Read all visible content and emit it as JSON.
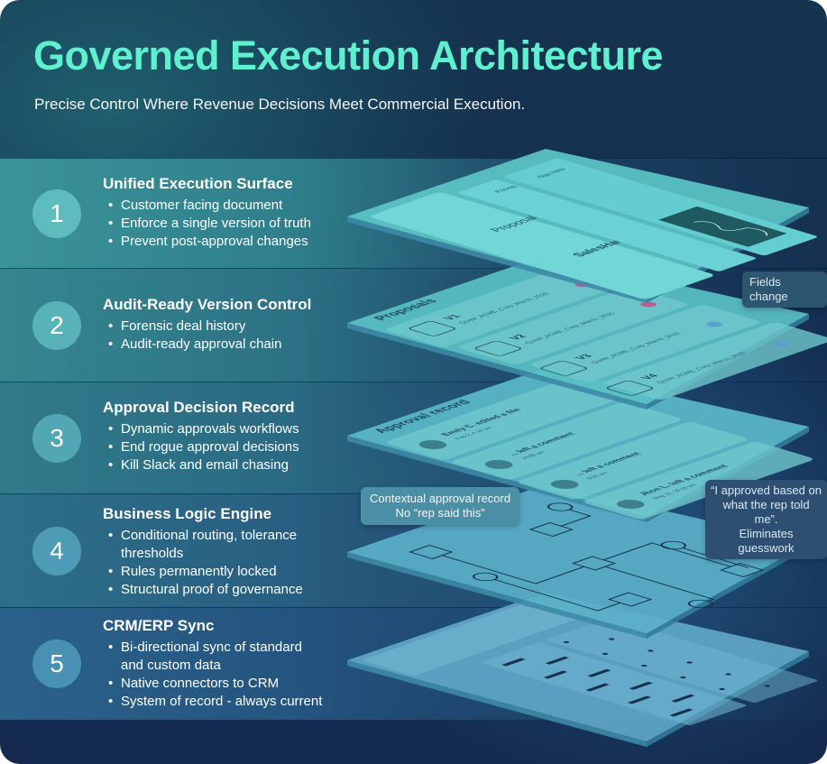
{
  "header": {
    "title": "Governed Execution Architecture",
    "subtitle": "Precise Control Where Revenue Decisions Meet Commercial Execution."
  },
  "colors": {
    "title": "#5ff0cf",
    "band_top": "#3a9096",
    "band_bottom": "#2b5b86",
    "plate": "#5cc4c6"
  },
  "sections": [
    {
      "number": "1",
      "title": "Unified Execution Surface",
      "bullets": [
        "Customer facing document",
        "Enforce a single version of truth",
        "Prevent post-approval changes"
      ]
    },
    {
      "number": "2",
      "title": "Audit-Ready Version Control",
      "bullets": [
        "Forensic deal history",
        "Audit-ready approval chain"
      ]
    },
    {
      "number": "3",
      "title": "Approval Decision Record",
      "bullets": [
        "Dynamic approvals workflows",
        "End rogue approval decisions",
        "Kill Slack and email chasing"
      ]
    },
    {
      "number": "4",
      "title": "Business Logic Engine",
      "bullets": [
        "Conditional routing, tolerance thresholds",
        "Rules permanently locked",
        "Structural proof of governance"
      ]
    },
    {
      "number": "5",
      "title": "CRM/ERP Sync",
      "bullets": [
        "Bi-directional sync of standard and custom data",
        "Native connectors to CRM",
        "System of record - always current"
      ]
    }
  ],
  "layers": {
    "proposal": {
      "title_prefix": "Proposal for ",
      "company": "SalesHaven",
      "pricing": "Pricing",
      "sign": "Sign Here"
    },
    "versions": {
      "title": "Proposals",
      "items": [
        {
          "label": "V1",
          "file": "Quote_ACME_Corp_March_2026"
        },
        {
          "label": "V2",
          "file": "Quote_ACME_Corp_March_2026"
        },
        {
          "label": "V3",
          "file": "Quote_ACME_Corp_March_2026"
        },
        {
          "label": "V4",
          "file": "Quote_ACME_Corp_March_2026"
        }
      ]
    },
    "approvals": {
      "title": "Approval record",
      "items": [
        {
          "who": "Emily C. edited a file",
          "when": "Feb 2, 4:10 am"
        },
        {
          "who": "... left a comment",
          "when": "10:00 am"
        },
        {
          "who": "... left a comment",
          "when": "9:00 am"
        },
        {
          "who": "Jhon L. left a comment",
          "when": "May 12, 10:10 am"
        }
      ]
    }
  },
  "callouts": {
    "fields_change": "Fields change",
    "quote_line1": "“I approved based on",
    "quote_line2": "what the rep told me”.",
    "quote_line3": "Eliminates guesswork",
    "contextual_line1": "Contextual approval record",
    "contextual_line2": "No “rep said this”"
  }
}
